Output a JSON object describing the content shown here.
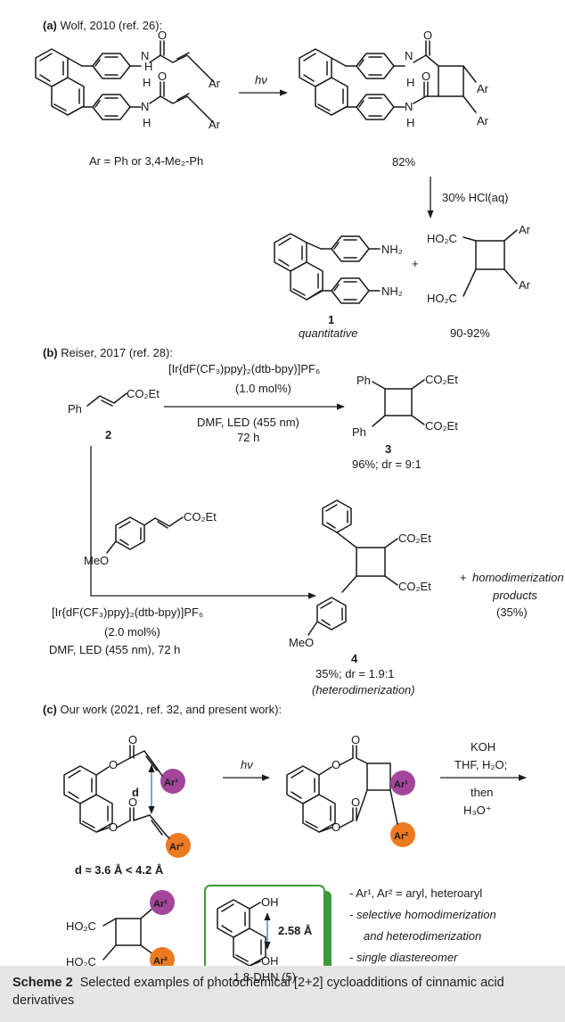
{
  "panel_a": {
    "heading_label": "(a)",
    "heading_text": "Wolf, 2010 (ref. 26):",
    "reagent_hv": "hν",
    "ar_definition": "Ar = Ph or 3,4-Me₂-Ph",
    "yield_cyclo": "82%",
    "acid_condition": "30% HCl(aq)",
    "compound_number": "1",
    "compound_note": "quantitative",
    "yield_diacid": "90-92%"
  },
  "panel_b": {
    "heading_label": "(b)",
    "heading_text": "Reiser, 2017 (ref. 28):",
    "cat_1": "[Ir{dF(CF₃)ppy}₂(dtb-bpy)]PF₆",
    "loading_1": "(1.0 mol%)",
    "cond_1": "DMF, LED (455 nm)",
    "time_1": "72 h",
    "substrate_number": "2",
    "product_3_number": "3",
    "product_3_yield": "96%; dr = 9:1",
    "cat_2": "[Ir{dF(CF₃)ppy}₂(dtb-bpy)]PF₆",
    "loading_2": "(2.0 mol%)",
    "cond_2": "DMF, LED (455 nm), 72 h",
    "product_4_number": "4",
    "product_4_yield": "35%; dr = 1.9:1",
    "product_4_note": "(heterodimerization)",
    "side_line1": "homodimerization",
    "side_line2": "products",
    "side_yield": "(35%)"
  },
  "panel_c": {
    "heading_label": "(c)",
    "heading_text": "Our work (2021, ref. 32, and present work):",
    "distance_label": "d",
    "distance_text": "d ≈ 3.6 Å < 4.2 Å",
    "reagent_hv": "hν",
    "cond_line1": "KOH",
    "cond_line2": "THF, H₂O;",
    "cond_line3": "then",
    "cond_line4": "H₃O⁺",
    "oh_distance": "2.58 Å",
    "dhn_label": "1,8-DHN (5)",
    "bullet_1": "- Ar¹, Ar² = aryl, heteroaryl",
    "bullet_2": "- selective homodimerization",
    "bullet_3": "and heterodimerization",
    "bullet_4": "- single diastereomer"
  },
  "labels": {
    "Ar": "Ar",
    "Ph": "Ph",
    "H": "H",
    "O": "O",
    "CO2Et": "CO₂Et",
    "HO2C": "HO₂C",
    "NH2": "NH₂",
    "MeO": "MeO",
    "OH": "OH",
    "Ar1": "Ar¹",
    "Ar2": "Ar²",
    "plus": "+"
  },
  "colors": {
    "ar1_fill": "#a3469b",
    "ar2_fill": "#ec7a22",
    "distance_blue": "#3f6fb3",
    "box_green": "#3d9a3a",
    "caption_bg": "#e6e6e6"
  },
  "caption": {
    "label": "Scheme 2",
    "text": "Selected examples of photochemical [2+2] cycloadditions of cinnamic acid derivatives"
  }
}
